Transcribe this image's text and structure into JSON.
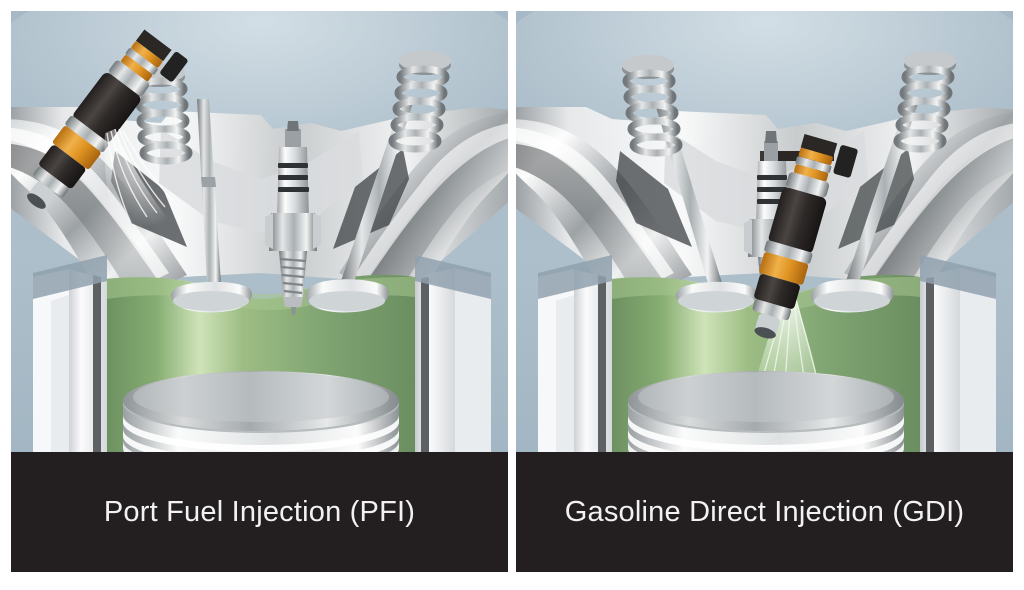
{
  "figure": {
    "kind": "technical-illustration",
    "subject": "engine-combustion-chamber-cross-section-comparison",
    "background_color": "#a9bcc8",
    "caption_bar_color": "#231f20",
    "caption_text_color": "#f2f2f2",
    "accent_colors": {
      "cylinder_green": "#7da471",
      "cylinder_green_highlight": "#cfe3b9",
      "injector_orange": "#e8a028",
      "injector_body_dark": "#3a3633",
      "metal_light": "#f0f1f2",
      "metal_mid": "#b9bcbe",
      "metal_dark": "#6d7274",
      "spray_white": "#ffffff",
      "spray_green": "#e6f4dc"
    }
  },
  "panels": [
    {
      "id": "pfi",
      "caption": "Port Fuel Injection (PFI)",
      "parts": {
        "injector": "fuel-injector",
        "injector_location": "intake-port",
        "spark_plug": "spark-plug",
        "intake_valve": "intake-valve",
        "exhaust_valve": "exhaust-valve",
        "valve_spring_left": "valve-spring",
        "valve_spring_right": "valve-spring",
        "piston": "piston",
        "cylinder": "cylinder-bore",
        "spray": "fuel-spray-into-intake-port"
      }
    },
    {
      "id": "gdi",
      "caption": "Gasoline Direct Injection (GDI)",
      "parts": {
        "injector": "fuel-injector",
        "injector_location": "combustion-chamber",
        "spark_plug": "spark-plug",
        "intake_valve": "intake-valve",
        "exhaust_valve": "exhaust-valve",
        "valve_spring_left": "valve-spring",
        "valve_spring_right": "valve-spring",
        "piston": "piston",
        "cylinder": "cylinder-bore",
        "spray": "fuel-spray-into-cylinder"
      }
    }
  ]
}
